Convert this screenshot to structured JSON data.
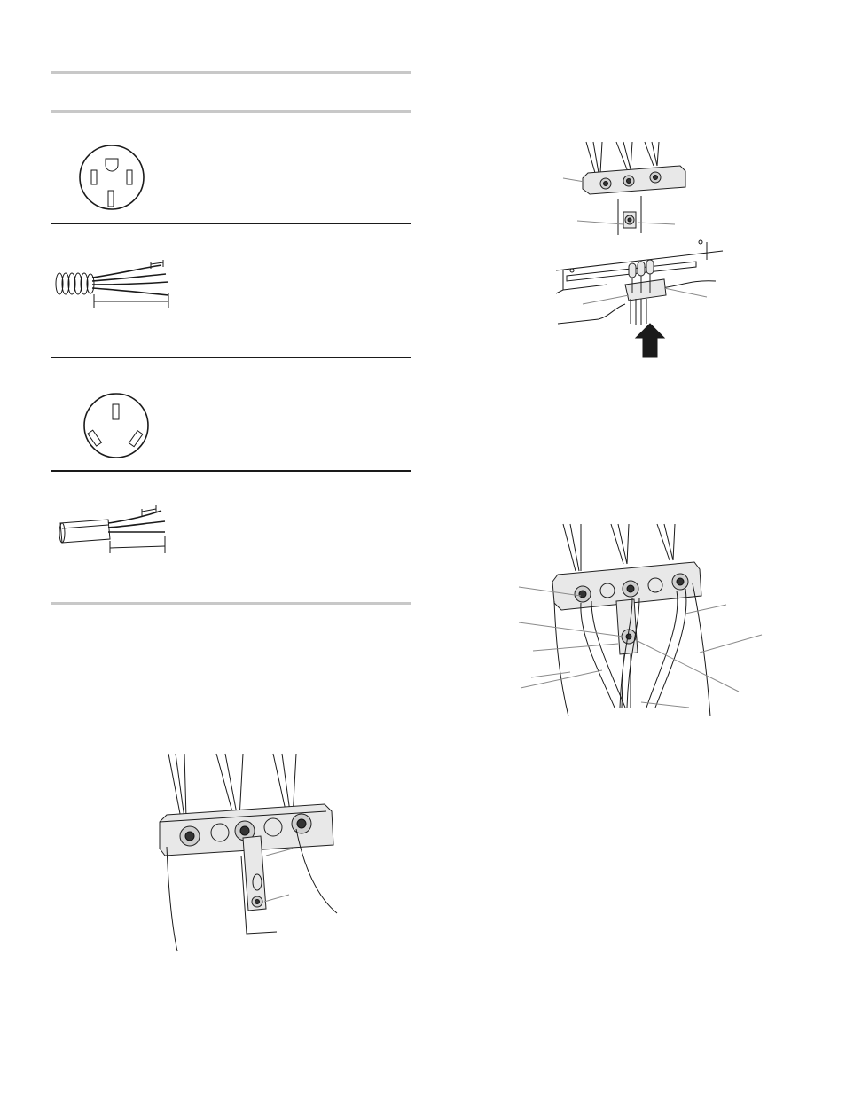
{
  "page": {
    "section_rules": [
      "top",
      "4-wire-header",
      "3-wire-header"
    ]
  },
  "figures": {
    "receptacle_4_wire": {
      "icon": "4-slot-receptacle-icon"
    },
    "cord_4_wire": {
      "icon": "stripped-4-wire-cable-icon"
    },
    "receptacle_3_wire": {
      "icon": "3-slot-receptacle-icon"
    },
    "cord_3_wire": {
      "icon": "stripped-3-wire-cable-icon"
    },
    "terminal_block_strap": {
      "icon": "terminal-block-with-ground-strap-icon"
    },
    "strain_relief_install": {
      "icon": "strain-relief-insertion-icon"
    },
    "terminal_block_4_wire": {
      "icon": "terminal-block-4-wire-connection-icon"
    }
  },
  "colors": {
    "rule_gray": "#c8c8c8",
    "rule_black": "#1a1a1a",
    "leader_gray": "#8a8a8a",
    "arrow": "#1a1a1a"
  }
}
